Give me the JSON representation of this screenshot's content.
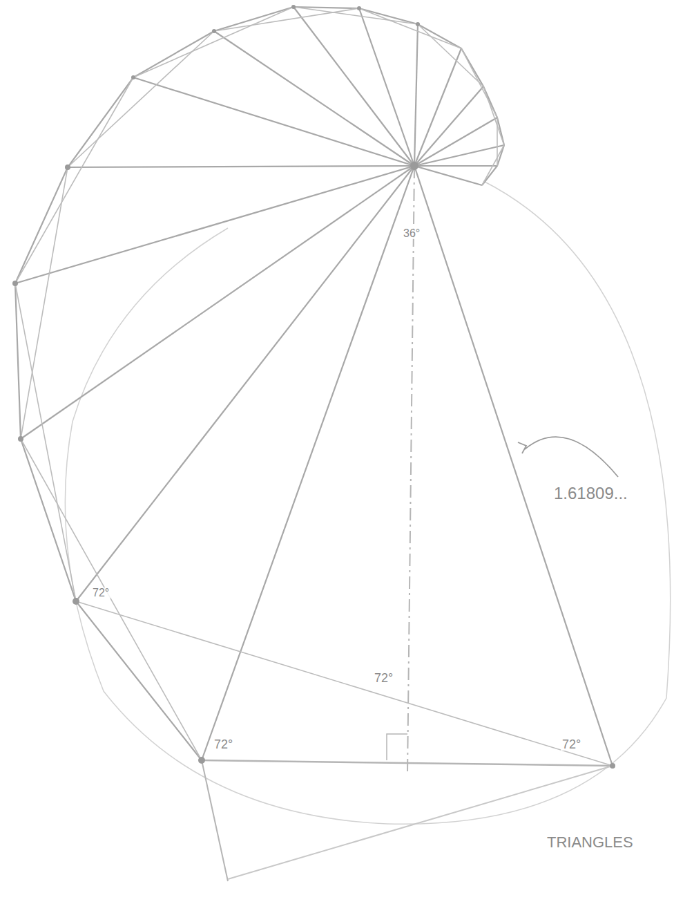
{
  "diagram": {
    "labels": [
      "36°",
      "72°",
      "72°",
      "72°",
      "72°",
      "1.61809...",
      "TRIANGLES"
    ]
  }
}
